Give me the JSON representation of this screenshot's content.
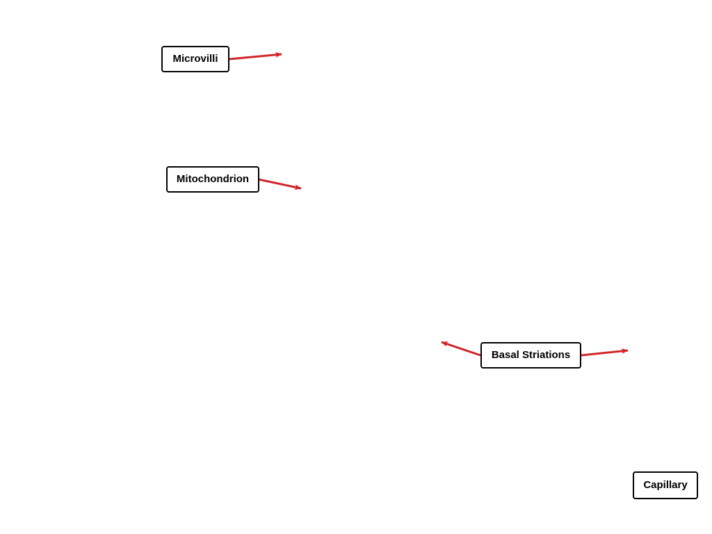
{
  "labels": {
    "microvilli": "Microvilli",
    "mitochondrion": "Mitochondrion",
    "basal_striations": "Basal Striations",
    "capillary": "Capillary"
  },
  "colors": {
    "arrow": "#d0262a",
    "label_border": "#000000",
    "label_text": "#000000",
    "background": "#ffffff"
  }
}
